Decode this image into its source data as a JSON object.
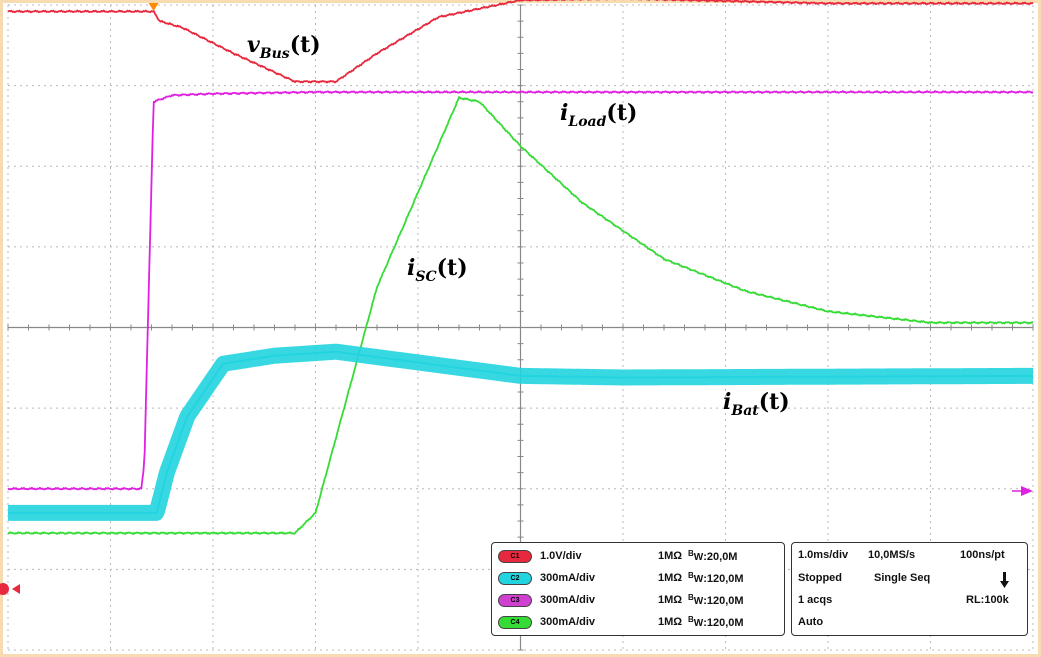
{
  "chart_data": {
    "type": "line",
    "title": "",
    "xlabel": "",
    "ylabel": "",
    "grid": true,
    "divisions": {
      "x": 10,
      "y": 8
    },
    "series": [
      {
        "name": "v_Bus(t)",
        "label_main": "v",
        "label_sub": "Bus",
        "label_arg": "(t)",
        "color": "#e8283c",
        "x": [
          0,
          1.42,
          1.48,
          1.7,
          2.2,
          2.8,
          3.2,
          3.6,
          4.2,
          5.0,
          6.0,
          8.0,
          10
        ],
        "y": [
          3.92,
          3.92,
          3.8,
          3.72,
          3.4,
          3.05,
          3.05,
          3.4,
          3.85,
          4.06,
          4.08,
          4.02,
          4.02
        ]
      },
      {
        "name": "i_Load(t)",
        "label_main": "i",
        "label_sub": "Load",
        "label_arg": "(t)",
        "color": "#e020e0",
        "x": [
          0,
          1.3,
          1.33,
          1.42,
          1.6,
          2.0,
          3.0,
          5.0,
          10
        ],
        "y": [
          -2.0,
          -2.0,
          -1.7,
          2.8,
          2.88,
          2.9,
          2.92,
          2.92,
          2.92
        ]
      },
      {
        "name": "i_SC(t)",
        "label_main": "i",
        "label_sub": "SC",
        "label_arg": "(t)",
        "color": "#35dc35",
        "x": [
          0,
          2.8,
          3.0,
          3.6,
          4.4,
          4.6,
          5.0,
          5.6,
          6.4,
          7.2,
          8.0,
          9.0,
          10
        ],
        "y": [
          -2.55,
          -2.55,
          -2.3,
          0.5,
          2.85,
          2.8,
          2.25,
          1.55,
          0.85,
          0.45,
          0.2,
          0.06,
          0.06
        ]
      },
      {
        "name": "i_Bat(t)",
        "label_main": "i",
        "label_sub": "Bat",
        "label_arg": "(t)",
        "color": "#22d4e0",
        "x": [
          0,
          1.45,
          1.55,
          1.75,
          2.1,
          2.6,
          3.2,
          3.8,
          5.0,
          6.0,
          10
        ],
        "y": [
          -2.3,
          -2.3,
          -1.8,
          -1.1,
          -0.45,
          -0.35,
          -0.3,
          -0.4,
          -0.6,
          -0.62,
          -0.6
        ]
      }
    ],
    "channels": [
      {
        "id": "C1",
        "scale": "1.0V/div",
        "impedance": "1MΩ",
        "bw_val": ":20,0M",
        "color": "#e8283c"
      },
      {
        "id": "C2",
        "scale": "300mA/div",
        "impedance": "1MΩ",
        "bw_val": ":120,0M",
        "color": "#22d4e0"
      },
      {
        "id": "C3",
        "scale": "300mA/div",
        "impedance": "1MΩ",
        "bw_val": ":120,0M",
        "color": "#d040d0"
      },
      {
        "id": "C4",
        "scale": "300mA/div",
        "impedance": "1MΩ",
        "bw_val": ":120,0M",
        "color": "#35dc35"
      }
    ],
    "bw_b": "B",
    "bw_w": "W",
    "acquisition": {
      "timebase": "1.0ms/div",
      "sample_rate": "10,0MS/s",
      "resolution": "100ns/pt",
      "state": "Stopped",
      "mode": "Single Seq",
      "acqs": "1 acqs",
      "record_length": "RL:100k",
      "trigger_mode": "Auto"
    },
    "colors": {
      "grid": "#b8b8b8",
      "trigger_marker": "#ff8a00",
      "ref_marker": "#e020e0"
    }
  }
}
